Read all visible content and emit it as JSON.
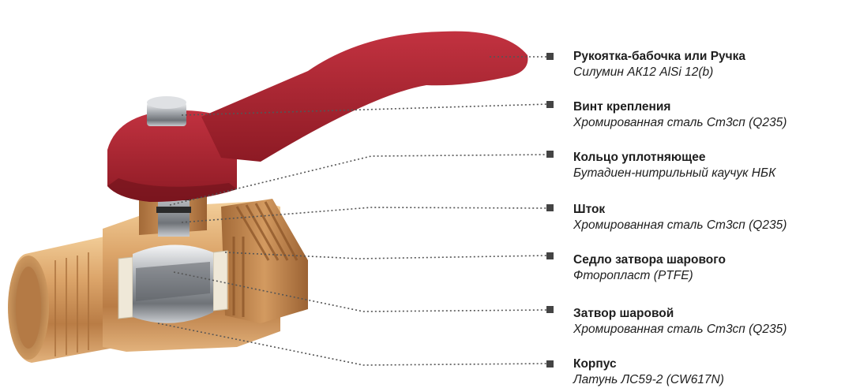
{
  "callouts": [
    {
      "name": "Рукоятка-бабочка или Ручка",
      "material": "Силумин АК12 AlSi 12(b)"
    },
    {
      "name": "Винт крепления",
      "material": "Хромированная сталь Ст3сп (Q235)"
    },
    {
      "name": "Кольцо уплотняющее",
      "material": "Бутадиен-нитрильный каучук НБК"
    },
    {
      "name": "Шток",
      "material": "Хромированная сталь Ст3сп (Q235)"
    },
    {
      "name": "Седло затвора шарового",
      "material": "Фторопласт (PTFE)"
    },
    {
      "name": "Затвор шаровой",
      "material": "Хромированная сталь Ст3сп (Q235)"
    },
    {
      "name": "Корпус",
      "material": "Латунь ЛС59-2 (CW617N)"
    }
  ],
  "colors": {
    "handle": "#a3202c",
    "brass": "#d9a56a",
    "chrome": "#b9bcc0",
    "ptfe": "#efe8d8",
    "leader": "#555555",
    "marker": "#444444"
  }
}
